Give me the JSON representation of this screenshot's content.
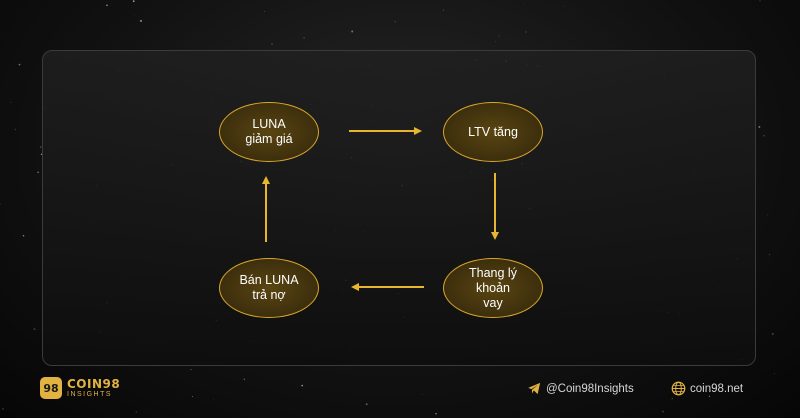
{
  "nodes": [
    {
      "id": "luna-price-drop",
      "label": "LUNA\ngiảm giá"
    },
    {
      "id": "ltv-increase",
      "label": "LTV tăng"
    },
    {
      "id": "loan-liquidation",
      "label": "Thang lý\nkhoản\nvay"
    },
    {
      "id": "sell-luna-repay",
      "label": "Bán LUNA\ntrả nợ"
    }
  ],
  "edges": [
    {
      "from": "luna-price-drop",
      "to": "ltv-increase"
    },
    {
      "from": "ltv-increase",
      "to": "loan-liquidation"
    },
    {
      "from": "loan-liquidation",
      "to": "sell-luna-repay"
    },
    {
      "from": "sell-luna-repay",
      "to": "luna-price-drop"
    }
  ],
  "brand": {
    "badge": "98",
    "name": "COIN98",
    "subtitle": "INSIGHTS",
    "telegram_handle": "@Coin98Insights",
    "website": "coin98.net",
    "telegram_icon": "telegram-icon",
    "globe_icon": "globe-icon"
  },
  "colors": {
    "accent": "#e3b342",
    "node_border": "#d9a62b",
    "node_fill": "#3d2f0d",
    "arrow": "#e8b530"
  }
}
